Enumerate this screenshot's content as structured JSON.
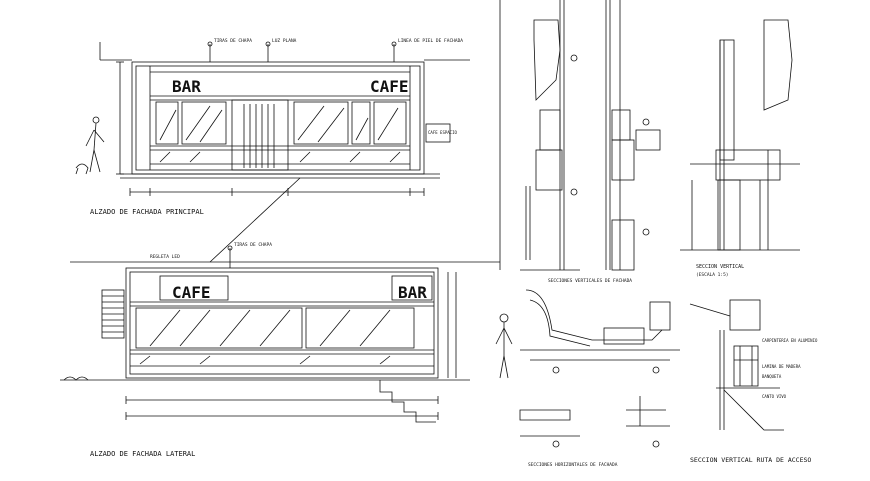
{
  "drawing": {
    "front_elevation": {
      "title": "ALZADO DE FACHADA PRINCIPAL",
      "sign_left": "BAR",
      "sign_right": "CAFE",
      "callouts": [
        "TIRAS DE CHAPA",
        "LUZ PLANA",
        "LINEA DE PIEL DE FACHADA"
      ],
      "side_note": "CAFE ESPACIO"
    },
    "side_elevation": {
      "title": "ALZADO DE FACHADA LATERAL",
      "sign_left": "CAFE",
      "sign_right": "BAR",
      "callouts": [
        "TIRAS DE CHAPA",
        "REGLETA LED"
      ]
    },
    "vertical_sections": {
      "caption": "SECCIONES VERTICALES DE FACHADA",
      "detail_caption": "SECCION VERTICAL",
      "detail_scale": "(ESCALA 1:5)"
    },
    "horizontal_sections": {
      "caption": "SECCIONES HORIZONTALES DE FACHADA"
    },
    "access_section": {
      "caption": "SECCION VERTICAL RUTA DE ACCESO",
      "notes": [
        "CARPINTERIA EN ALUMINIO",
        "LAMINA DE MADERA",
        "BANQUETA",
        "CANTO VIVO"
      ]
    }
  }
}
